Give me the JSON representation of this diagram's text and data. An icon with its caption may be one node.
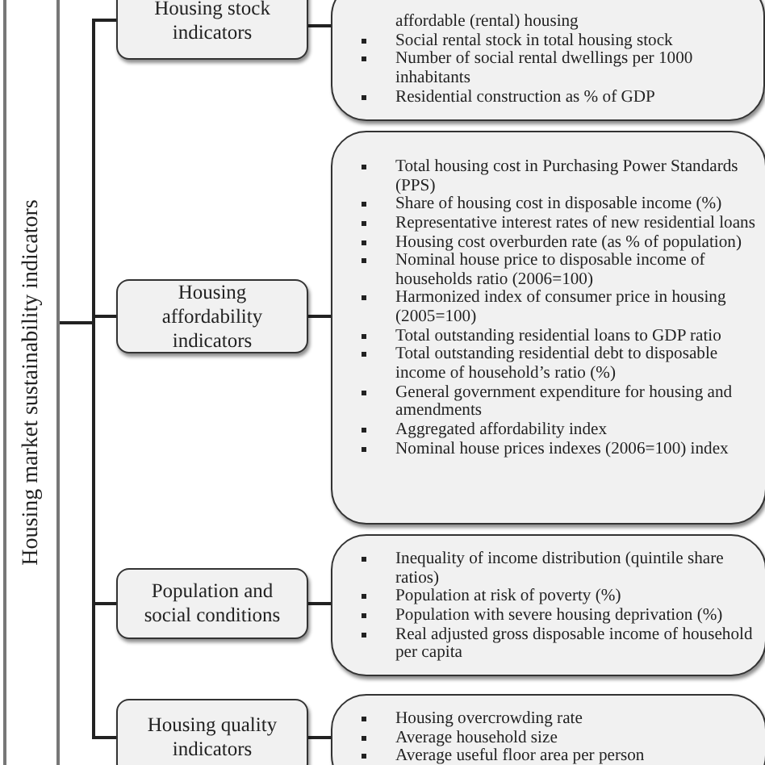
{
  "diagram": {
    "nodes": [
      {
        "text": [
          "Housing market sustainability indicators"
        ]
      },
      {
        "text": [
          "Housing stock indicators"
        ]
      },
      {
        "text": [
          "affordable (rental) housing",
          "Social rental stock in total housing stock",
          "Number of social rental dwellings per 1000 inhabitants",
          "Residential construction as % of GDP"
        ]
      },
      {
        "text": [
          "Housing affordability indicators"
        ]
      },
      {
        "text": [
          "Total housing cost in Purchasing Power Standards (PPS)",
          "Share of housing cost in disposable income (%)",
          "Representative interest rates of new residential loans",
          "Housing cost overburden rate (as % of population)",
          "Nominal house price to disposable income of households ratio (2006=100)",
          "Harmonized index of consumer price in housing (2005=100)",
          "Total outstanding residential loans to GDP ratio",
          "Total outstanding residential debt to disposable income of household’s ratio (%)",
          "General government expenditure for housing and amendments",
          "Aggregated affordability index",
          "Nominal house prices indexes (2006=100) index"
        ]
      },
      {
        "text": [
          "Population and social conditions"
        ]
      },
      {
        "text": [
          "Inequality of income distribution (quintile share ratios)",
          "Population at risk of poverty (%)",
          "Population with severe housing deprivation (%)",
          "Real adjusted gross disposable income of household per capita"
        ]
      },
      {
        "text": [
          "Housing quality indicators"
        ]
      },
      {
        "text": [
          "Housing overcrowding rate",
          "Average household size",
          "Average useful floor area per person"
        ]
      }
    ],
    "edges": [
      {
        "from": 0,
        "to": 1,
        "arrow": "none"
      },
      {
        "from": 0,
        "to": 3,
        "arrow": "none"
      },
      {
        "from": 0,
        "to": 5,
        "arrow": "none"
      },
      {
        "from": 0,
        "to": 7,
        "arrow": "none"
      },
      {
        "from": 1,
        "to": 2,
        "arrow": "none"
      },
      {
        "from": 3,
        "to": 4,
        "arrow": "none"
      },
      {
        "from": 5,
        "to": 6,
        "arrow": "none"
      },
      {
        "from": 7,
        "to": 8,
        "arrow": "none"
      }
    ]
  }
}
